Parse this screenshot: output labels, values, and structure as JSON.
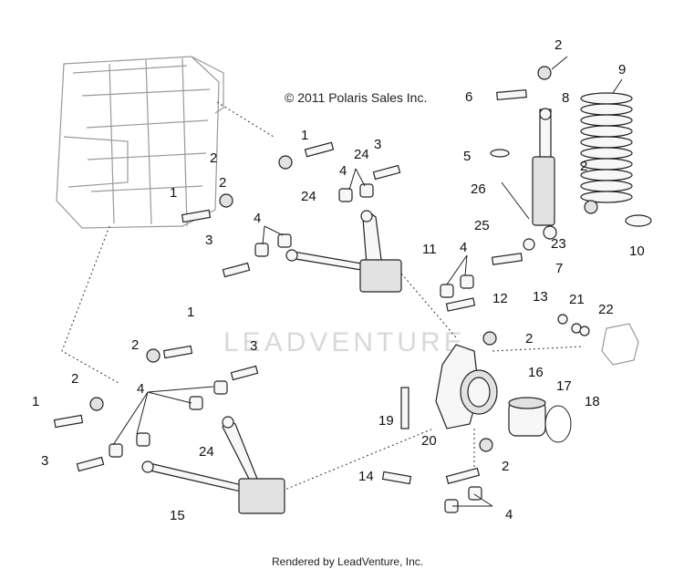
{
  "copyright": "© 2011 Polaris Sales Inc.",
  "watermark": "LEADVENTURE",
  "footer": "Rendered by LeadVenture, Inc.",
  "callouts": [
    "1",
    "2",
    "3",
    "4",
    "24",
    "1",
    "2",
    "4",
    "24",
    "3",
    "11",
    "1",
    "2",
    "3",
    "1",
    "2",
    "4",
    "3",
    "24",
    "15",
    "6",
    "2",
    "9",
    "8",
    "5",
    "2",
    "26",
    "25",
    "4",
    "12",
    "23",
    "7",
    "10",
    "13",
    "21",
    "22",
    "2",
    "16",
    "17",
    "18",
    "19",
    "20",
    "2",
    "14",
    "4"
  ]
}
